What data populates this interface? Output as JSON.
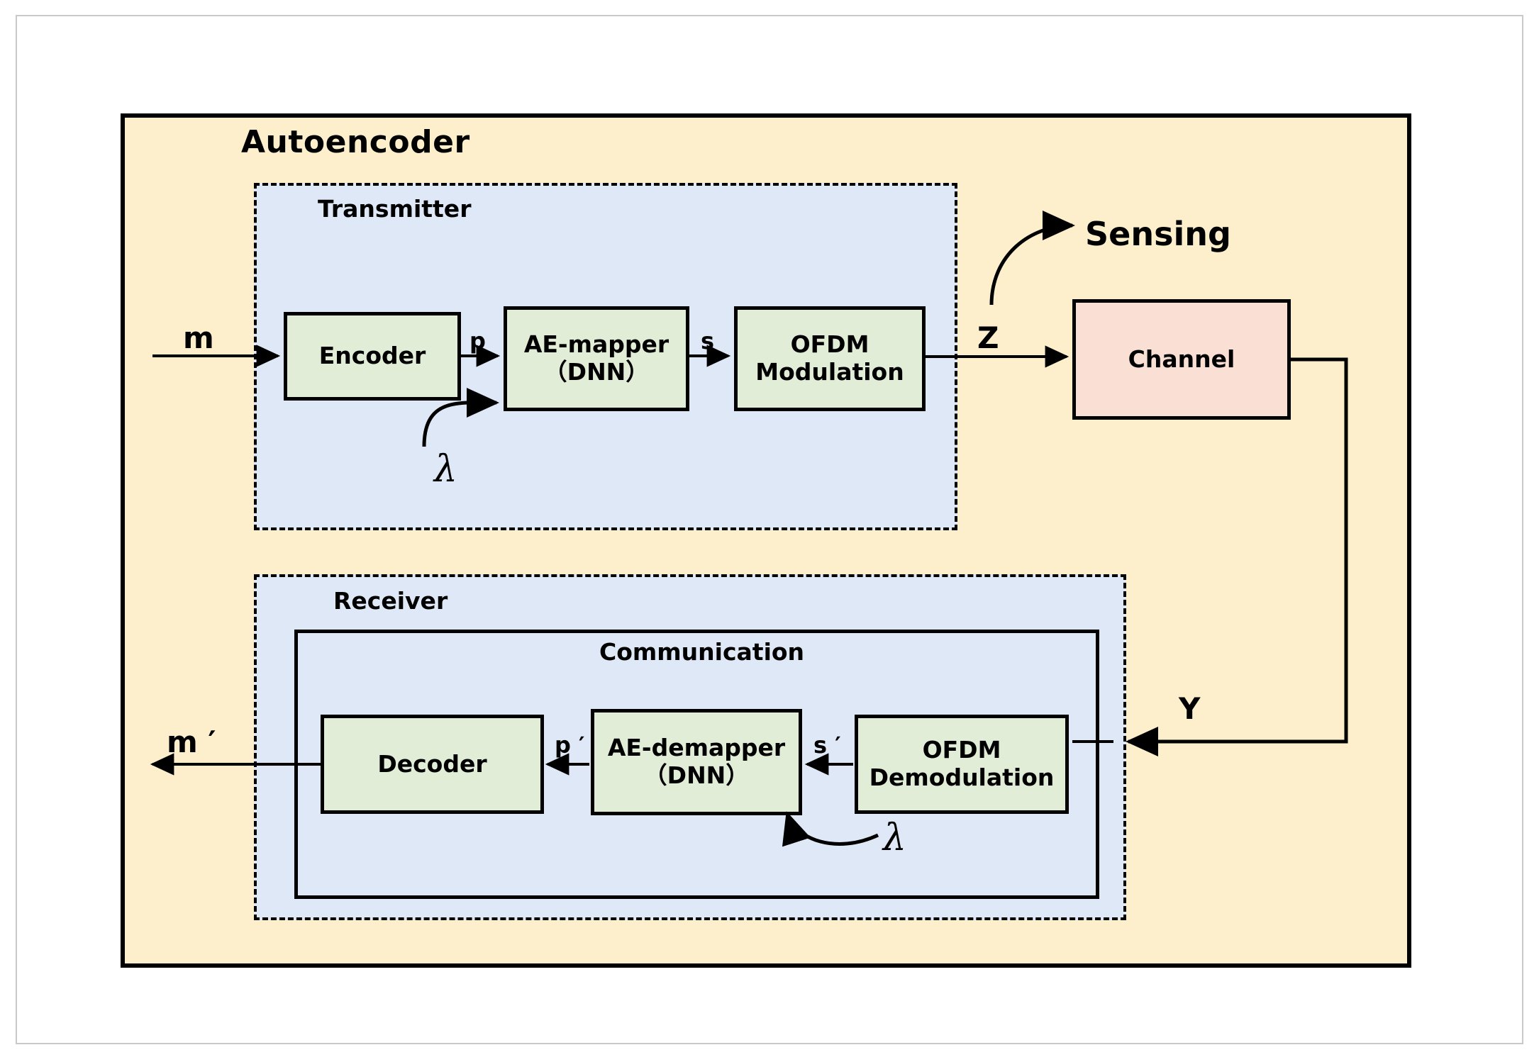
{
  "diagram": {
    "title": "Autoencoder",
    "outer_block": {
      "label": "Autoencoder",
      "fill": "#FDEFCB",
      "border": "#000000"
    },
    "groups": [
      {
        "name": "transmitter",
        "label": "Transmitter",
        "fill": "#DEE8F6",
        "border_style": "dashed"
      },
      {
        "name": "receiver",
        "label": "Receiver",
        "fill": "#DEE8F6",
        "border_style": "dashed"
      },
      {
        "name": "communication",
        "label": "Communication",
        "fill": "#DEE8F6",
        "border_style": "solid"
      }
    ],
    "blocks": {
      "encoder": {
        "label": "Encoder",
        "fill": "#E2EDD8"
      },
      "ae_mapper_line1": "AE-mapper",
      "ae_mapper_line2": "（DNN）",
      "ofdm_modulation_line1": "OFDM",
      "ofdm_modulation_line2": "Modulation",
      "channel": {
        "label": "Channel",
        "fill": "#FAE0D4"
      },
      "decoder": {
        "label": "Decoder",
        "fill": "#E2EDD8"
      },
      "ae_demapper_line1": "AE-demapper",
      "ae_demapper_line2": "（DNN）",
      "ofdm_demodulation_line1": "OFDM",
      "ofdm_demodulation_line2": "Demodulation"
    },
    "signals": {
      "m": "m",
      "p": "p",
      "s": "s",
      "z": "Z",
      "y": "Y",
      "m_prime": "m ′",
      "p_prime": "p ′",
      "s_prime": "s ′",
      "lambda_tx": "λ",
      "lambda_rx": "λ"
    },
    "annotations": {
      "sensing": "Sensing"
    }
  }
}
